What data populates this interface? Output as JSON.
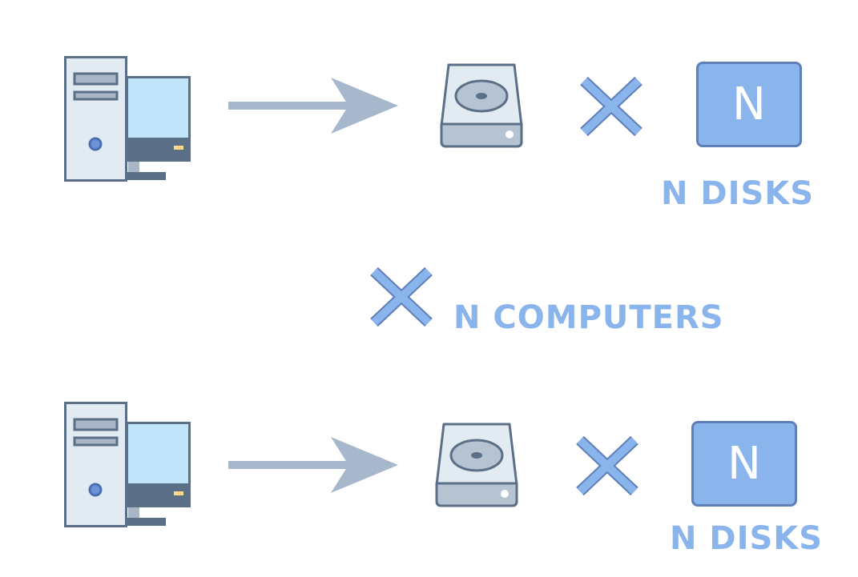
{
  "rows": [
    {
      "multiplier_symbol": "N",
      "label": "N DISKS"
    },
    {
      "multiplier_symbol": "N",
      "label": "N DISKS"
    }
  ],
  "middle_label": "N COMPUTERS",
  "icons": {
    "computer": "computer-icon",
    "arrow": "arrow-right-icon",
    "disk": "hard-disk-icon",
    "times": "multiply-icon"
  },
  "colors": {
    "accent": "#8ab4ec",
    "accent_dark": "#5f7fb8",
    "arrow": "#a7b8cc",
    "case": "#e3ebf2",
    "outline": "#5b6f86",
    "screen": "#c2e4fb"
  }
}
